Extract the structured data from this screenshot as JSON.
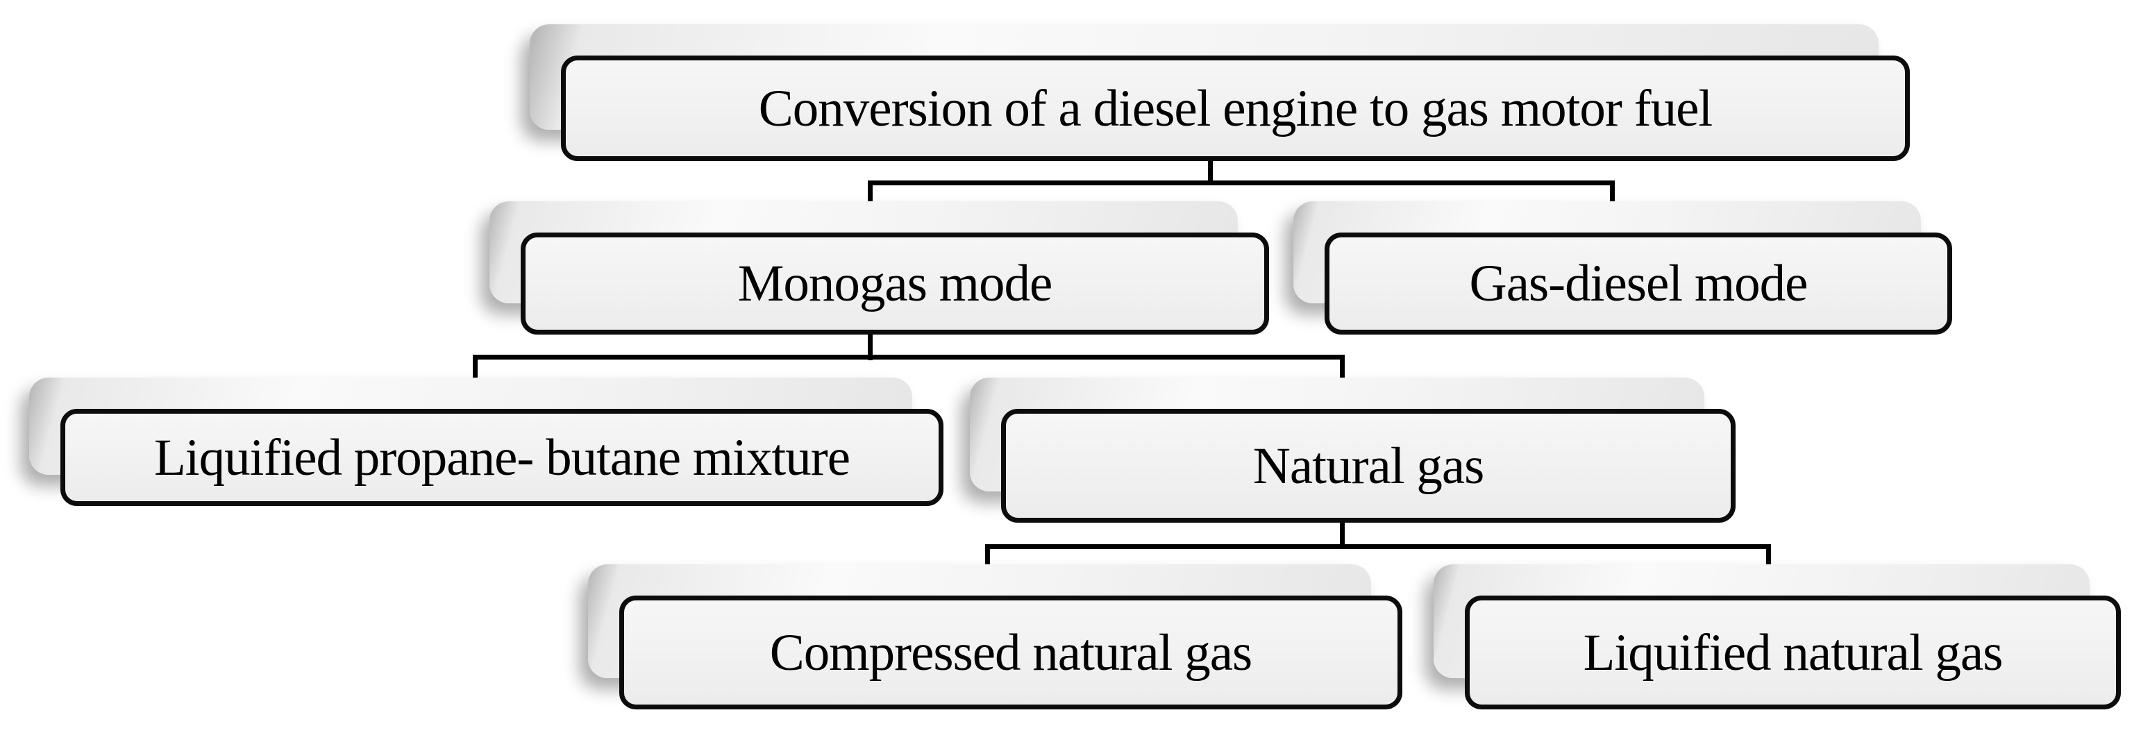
{
  "figure": {
    "type": "flowchart",
    "title": "Conversion of a diesel engine to gas motor fuel"
  },
  "styles": {
    "background": "#ffffff",
    "box_border": "#0c0c0c",
    "box_fill": "#f1f1f1",
    "box_shadow": "#e8e8e8",
    "connector": "#000000",
    "text": "#000000"
  },
  "nodes": {
    "root": {
      "label": "Conversion of a diesel engine to gas motor fuel"
    },
    "monogas": {
      "label": "Monogas mode"
    },
    "gas_diesel": {
      "label": "Gas-diesel mode"
    },
    "lpb": {
      "label": "Liquified propane- butane mixture"
    },
    "natural_gas": {
      "label": "Natural gas"
    },
    "cng": {
      "label": "Compressed natural gas"
    },
    "lng": {
      "label": "Liquified natural gas"
    }
  },
  "edges": [
    {
      "from": "root",
      "to": "monogas"
    },
    {
      "from": "root",
      "to": "gas_diesel"
    },
    {
      "from": "monogas",
      "to": "lpb"
    },
    {
      "from": "monogas",
      "to": "natural_gas"
    },
    {
      "from": "natural_gas",
      "to": "cng"
    },
    {
      "from": "natural_gas",
      "to": "lng"
    }
  ]
}
